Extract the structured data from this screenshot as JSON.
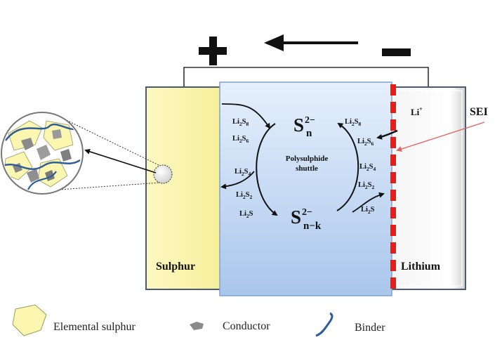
{
  "terminals": {
    "positive": "+",
    "negative": "−"
  },
  "electrodes": {
    "cathode": "Sulphur",
    "anode": "Lithium"
  },
  "electrolyte": {
    "top_species": "S",
    "top_sup": "2−",
    "top_sub": "n",
    "bottom_species": "S",
    "bottom_sup": "2−",
    "bottom_sub": "n−k",
    "center_line1": "Polysulphide",
    "center_line2": "shuttle"
  },
  "left_polysulphides": [
    "Li2S8",
    "Li2S6",
    "Li2S4",
    "Li2S2",
    "Li2S"
  ],
  "right_polysulphides": [
    "Li2S8",
    "Li2S6",
    "Li2S4",
    "Li2S2",
    "Li2S"
  ],
  "lithium_ion": {
    "base": "Li",
    "sup": "+"
  },
  "sei_label": "SEI",
  "legend": {
    "sulphur": "Elemental sulphur",
    "conductor": "Conductor",
    "binder": "Binder"
  },
  "colors": {
    "sulphur_fill": "#fbf6b0",
    "electrolyte_fill": "#c9dcf5",
    "sei_red": "#e0201a",
    "binder_blue": "#2e5e9a",
    "conductor_gray": "#8a8a8a"
  }
}
